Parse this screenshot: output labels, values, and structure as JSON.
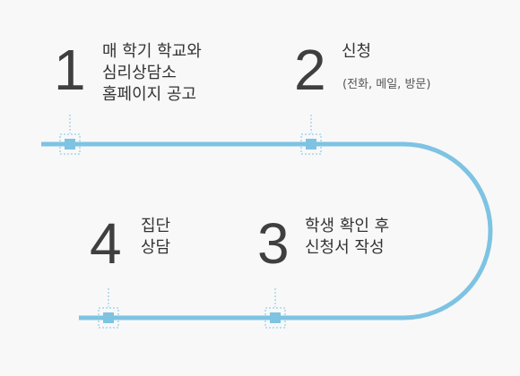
{
  "colors": {
    "track": "#7ec3e2",
    "node_fill": "#7ec3e2",
    "node_outline": "#7ec3e2",
    "number": "#3f3f3f",
    "text": "#333333"
  },
  "steps": [
    {
      "number": "1",
      "lines": [
        "매 학기 학교와",
        "심리상담소",
        "홈페이지 공고"
      ]
    },
    {
      "number": "2",
      "lines": [
        "신청"
      ],
      "sub": "(전화, 메일, 방문)"
    },
    {
      "number": "3",
      "lines": [
        "학생 확인 후",
        "신청서 작성"
      ]
    },
    {
      "number": "4",
      "lines": [
        "집단",
        "상담"
      ]
    }
  ]
}
